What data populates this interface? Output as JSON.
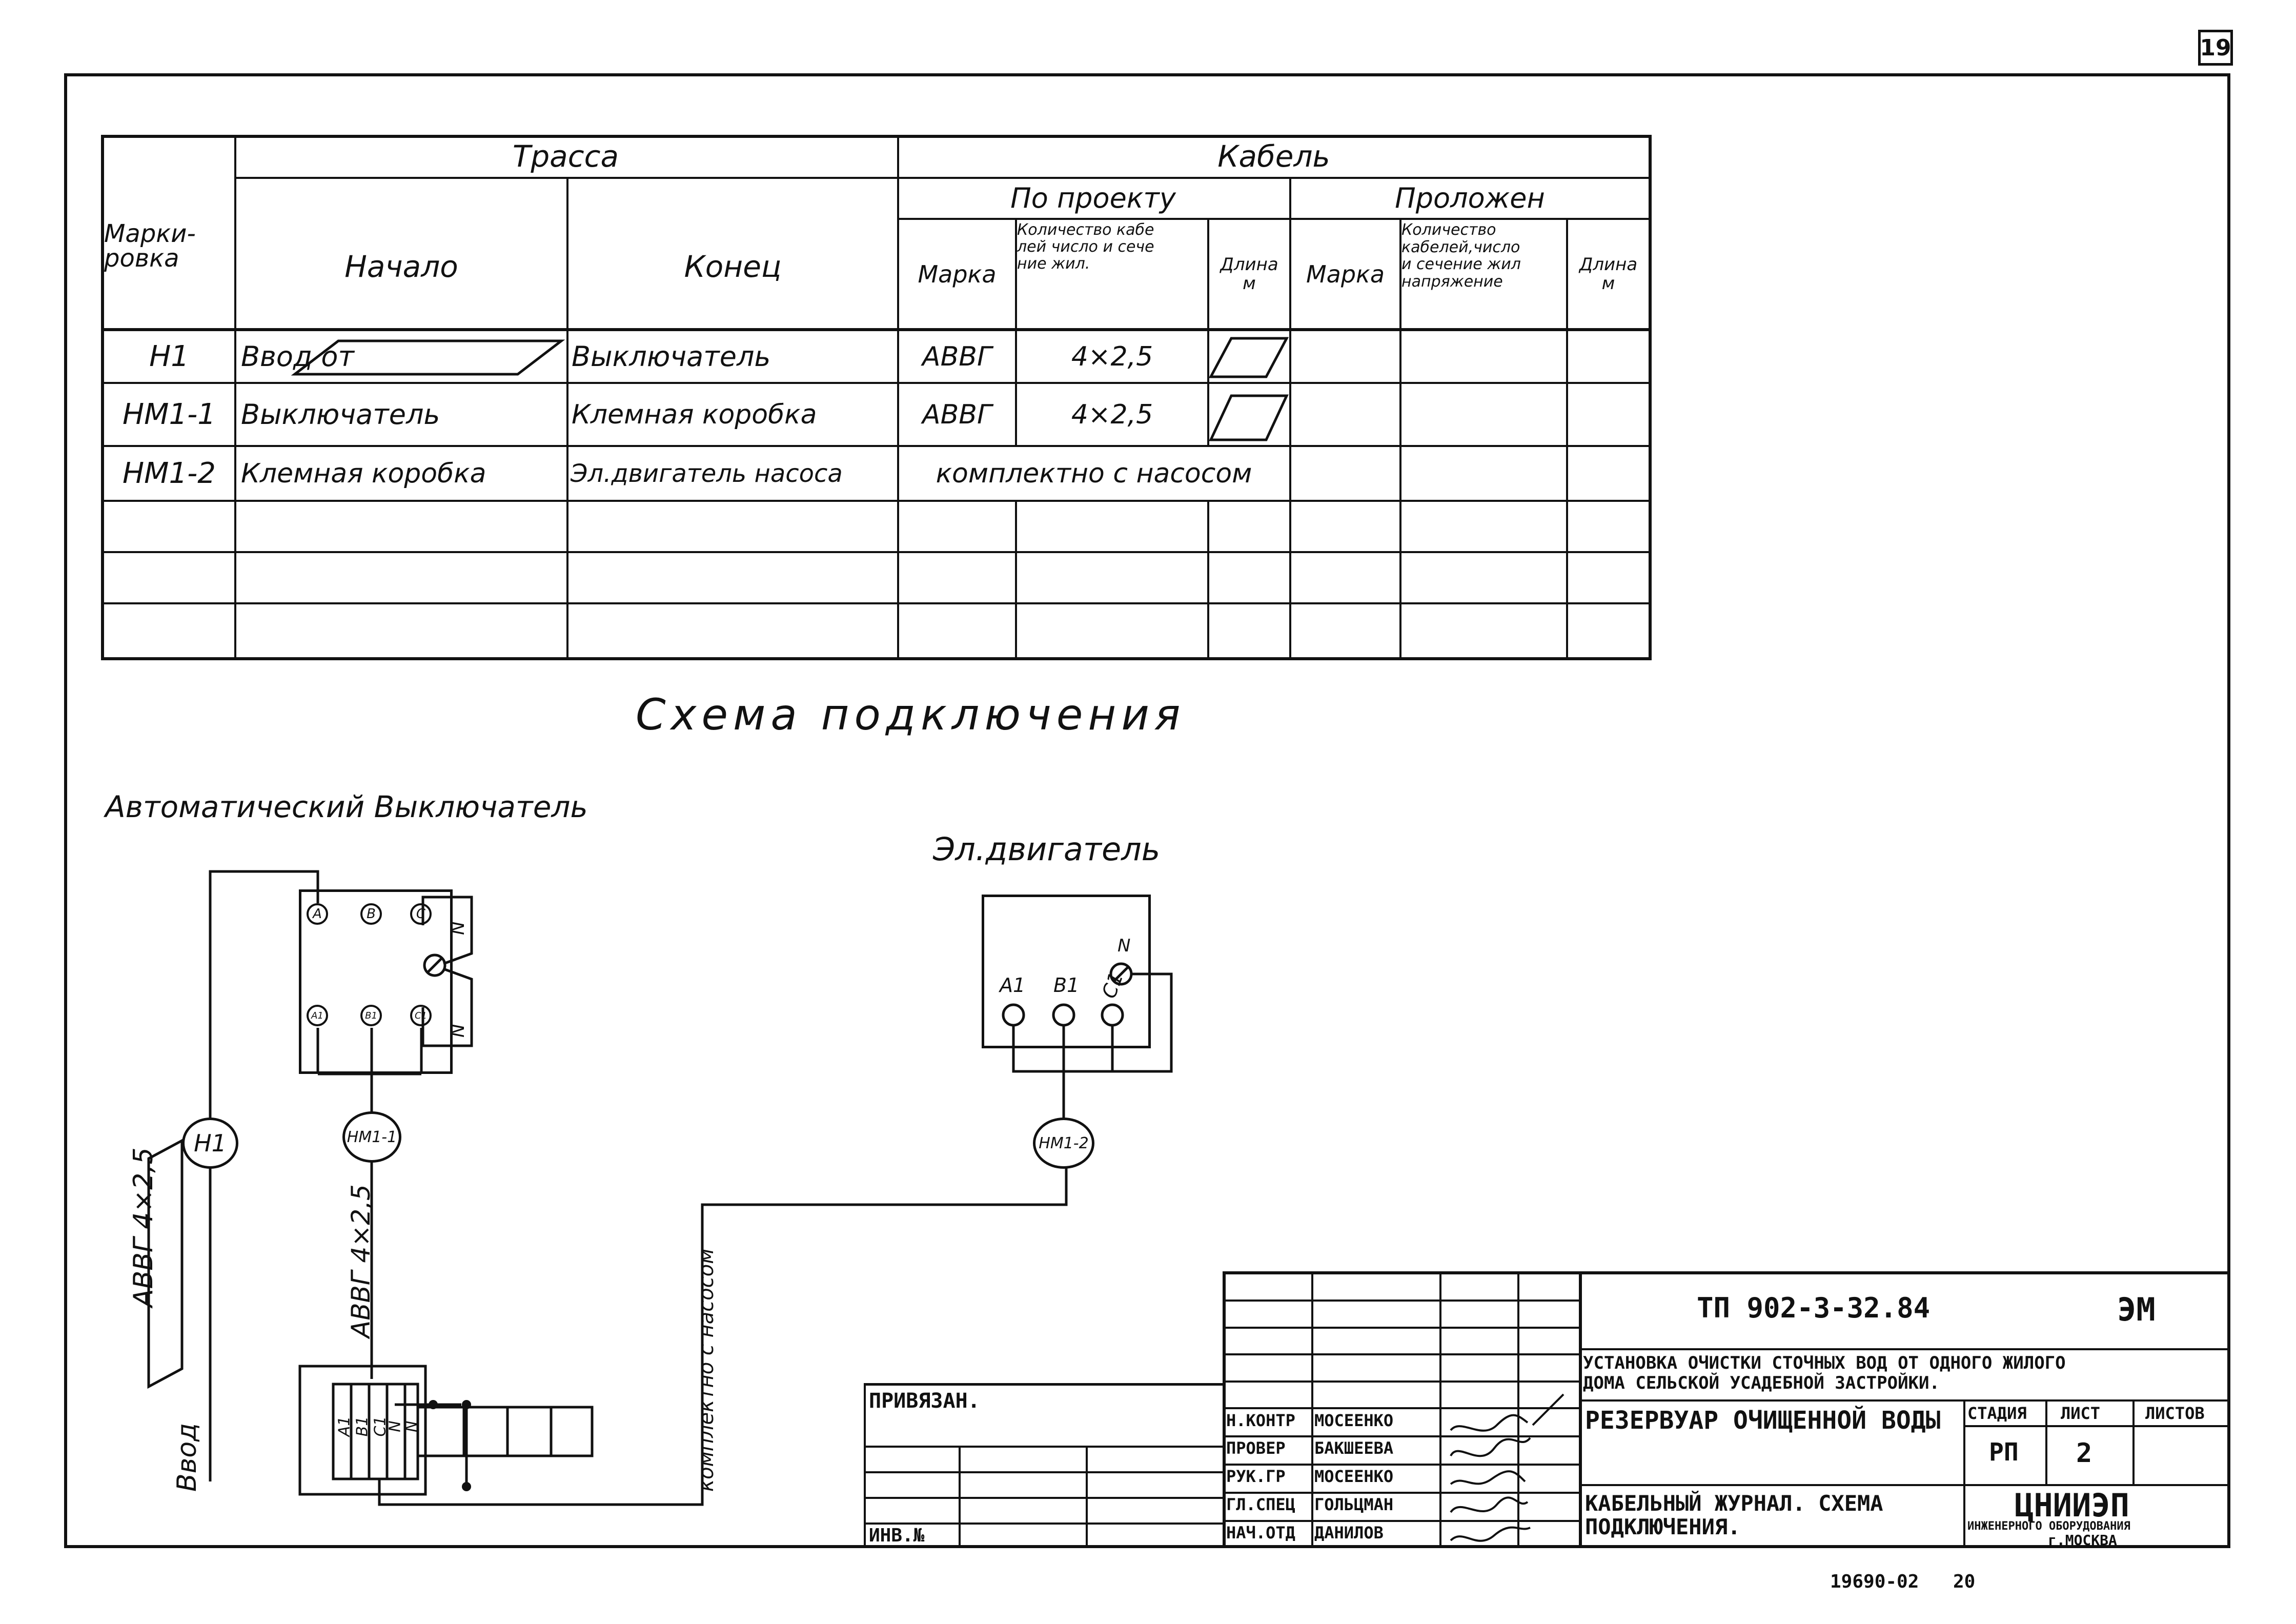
{
  "page_number": "19",
  "cable_table": {
    "group_route": "Трасса",
    "group_cable": "Кабель",
    "sub_project": "По проекту",
    "sub_laid": "Проложен",
    "col_marking": "Марки-\nровка",
    "col_start": "Начало",
    "col_end": "Конец",
    "col_brand": "Марка",
    "col_count_proj": "Количество кабе\nлей число и сече\nние жил.",
    "col_length": "Длина\nм",
    "col_count_laid": "Количество\nкабелей,число\nи сечение жил\nнапряжение",
    "rows": [
      {
        "marking": "Н1",
        "start": "Ввод от",
        "end": "Выключатель",
        "brand": "АВВГ",
        "count": "4×2,5"
      },
      {
        "marking": "НМ1-1",
        "start": "Выключатель",
        "end": "Клемная коробка",
        "brand": "АВВГ",
        "count": "4×2,5"
      },
      {
        "marking": "НМ1-2",
        "start": "Клемная коробка",
        "end": "Эл.двигатель насоса",
        "merged": "комплектно с насосом"
      }
    ]
  },
  "diagram": {
    "title": "Схема подключения",
    "breaker_label": "Автоматический Выключатель",
    "motor_label": "Эл.двигатель",
    "breaker_top_terminals": [
      "A",
      "B",
      "C"
    ],
    "breaker_bottom_terminals": [
      "A1",
      "B1",
      "C1"
    ],
    "neutral_mark": "N",
    "motor_terminals": [
      "A1",
      "B1",
      "C1"
    ],
    "nodes": [
      "Н1",
      "НМ1-1",
      "НМ1-2"
    ],
    "cable_mark_1": "АВВГ 4×2,5",
    "cable_mark_2": "АВВГ 4×2,5",
    "input_label": "Ввод",
    "pump_cable_note": "комплектно с насосом",
    "terminal_box_labels": [
      "A1",
      "B1",
      "C1",
      "N",
      "N"
    ]
  },
  "title_block": {
    "privyazan": "ПРИВЯЗАН.",
    "inv_no": "ИНВ.№",
    "doc_code": "ТП 902-3-32.84",
    "sheet_code": "ЭМ",
    "project_title": "УСТАНОВКА ОЧИСТКИ СТОЧНЫХ ВОД ОТ ОДНОГО ЖИЛОГО ДОМА СЕЛЬСКОЙ УСАДЕБНОЙ ЗАСТРОЙКИ.",
    "object_name": "РЕЗЕРВУАР ОЧИЩЕННОЙ ВОДЫ",
    "drawing_name": "КАБЕЛЬНЫЙ ЖУРНАЛ. СХЕМА ПОДКЛЮЧЕНИЯ.",
    "stage_header": "СТАДИЯ",
    "sheet_header": "ЛИСТ",
    "sheets_header": "ЛИСТОВ",
    "stage": "РП",
    "sheet": "2",
    "sheets": "",
    "organization": "ЦНИИЭП",
    "org_subtitle": "ИНЖЕНЕРНОГО ОБОРУДОВАНИЯ",
    "city": "г.МОСКВА",
    "signatures": [
      {
        "role": "Н.КОНТР",
        "name": "МОСЕЕНКО"
      },
      {
        "role": "ПРОВЕР",
        "name": "БАКШЕЕВА"
      },
      {
        "role": "РУК.ГР",
        "name": "МОСЕЕНКО"
      },
      {
        "role": "ГЛ.СПЕЦ",
        "name": "ГОЛЬЦМАН"
      },
      {
        "role": "НАЧ.ОТД",
        "name": "ДАНИЛОВ"
      }
    ],
    "archive_number": "19690-02",
    "archive_sheet": "20"
  },
  "colors": {
    "ink": "#111111",
    "paper": "#ffffff"
  }
}
